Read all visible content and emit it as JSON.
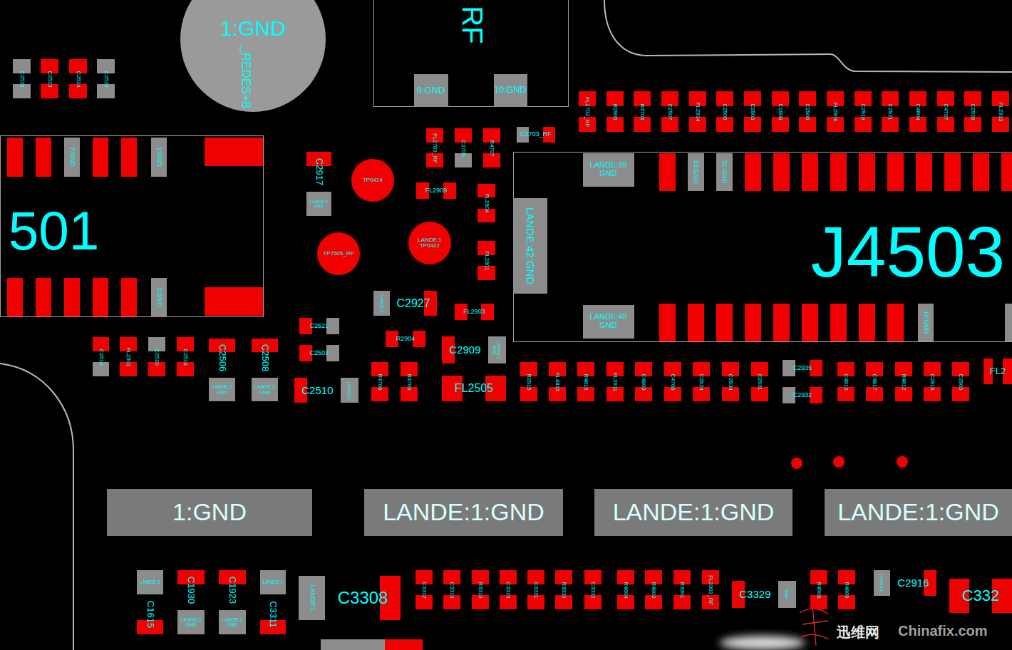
{
  "diagram": {
    "nodes": [
      {
        "text": [
          "1:GND",
          "_REDES+8"
        ]
      },
      {
        "text": [
          "RF"
        ]
      },
      {
        "text": [
          "9:GND"
        ],
        "in": 1
      },
      {
        "text": [
          "10:GND"
        ],
        "in": 1
      },
      {
        "text": [
          "C2528"
        ]
      },
      {
        "text": [
          "C2523"
        ]
      },
      {
        "text": [
          "C2524"
        ]
      },
      {
        "text": [
          "C2529"
        ]
      },
      {
        "text": [
          "501"
        ]
      },
      {
        "text": [
          "7:GND"
        ],
        "in": 8
      },
      {
        "text": [
          "1:GND"
        ],
        "in": 8
      },
      {
        "text": [
          "2:GND"
        ],
        "in": 8
      },
      {
        "text": [
          "C2917",
          "LANDE:2",
          "GND"
        ]
      },
      {
        "text": [
          "TP0414"
        ]
      },
      {
        "text": [
          "TP7505_RF"
        ]
      },
      {
        "text": [
          "LANDE:1",
          "TP0422"
        ]
      },
      {
        "text": [
          "FL2703_RF"
        ]
      },
      {
        "text": [
          "C2705"
        ]
      },
      {
        "text": [
          "R4707"
        ]
      },
      {
        "text": [
          "C2703_RF"
        ]
      },
      {
        "text": [
          "FL2909"
        ]
      },
      {
        "text": [
          "FL2904"
        ]
      },
      {
        "text": [
          "FL2901"
        ]
      },
      {
        "text": [
          "J4503"
        ]
      },
      {
        "text": [
          "LANDE:42:GND"
        ],
        "in": 23
      },
      {
        "text": [
          "LANDE:39",
          "GND"
        ],
        "in": 23
      },
      {
        "text": [
          "33:GND"
        ],
        "in": 23
      },
      {
        "text": [
          "31:GND"
        ],
        "in": 23
      },
      {
        "text": [
          "LANDE:40",
          "GND"
        ],
        "in": 23
      },
      {
        "text": [
          "18:GND"
        ],
        "in": 23
      },
      {
        "text": [
          "C2927",
          "LANDE:1"
        ]
      },
      {
        "text": [
          "FL2903"
        ]
      },
      {
        "text": [
          "C2521"
        ]
      },
      {
        "text": [
          "C2503"
        ]
      },
      {
        "text": [
          "R2904"
        ]
      },
      {
        "text": [
          "C2909",
          "LANDE:1",
          "GND"
        ]
      },
      {
        "text": [
          "C2514"
        ]
      },
      {
        "text": [
          "FL2501"
        ]
      },
      {
        "text": [
          "C2520"
        ]
      },
      {
        "text": [
          "C2516"
        ]
      },
      {
        "text": [
          "C2506",
          "LANDE:2",
          "GND"
        ]
      },
      {
        "text": [
          "C2508",
          "LANDE:2",
          "GND"
        ]
      },
      {
        "text": [
          "C2510",
          "LANDE:2"
        ]
      },
      {
        "text": [
          "R4708"
        ]
      },
      {
        "text": [
          "R4706"
        ]
      },
      {
        "text": [
          "FL2505"
        ]
      },
      {
        "text": [
          "FL2702_RF"
        ]
      },
      {
        "text": [
          "R2905"
        ]
      },
      {
        "text": [
          "R4705"
        ]
      },
      {
        "text": [
          "C2907"
        ]
      },
      {
        "text": [
          "FL2914"
        ]
      },
      {
        "text": [
          "C2905"
        ]
      },
      {
        "text": [
          "C2903"
        ]
      },
      {
        "text": [
          "C2908"
        ]
      },
      {
        "text": [
          "C2906"
        ]
      },
      {
        "text": [
          "FL2906"
        ]
      },
      {
        "text": [
          "C2918"
        ]
      },
      {
        "text": [
          "C2921"
        ]
      },
      {
        "text": [
          "C4804"
        ]
      },
      {
        "text": [
          "C4707"
        ]
      },
      {
        "text": [
          "C2928"
        ]
      },
      {
        "text": [
          "FL2913"
        ]
      },
      {
        "text": [
          "R2915"
        ]
      },
      {
        "text": [
          "FL4815"
        ]
      },
      {
        "text": [
          "R4815"
        ]
      },
      {
        "text": [
          "FL2911"
        ]
      },
      {
        "text": [
          "C4803"
        ]
      },
      {
        "text": [
          "C4708"
        ]
      },
      {
        "text": [
          "C2924"
        ]
      },
      {
        "text": [
          "C2934"
        ]
      },
      {
        "text": [
          "C2931"
        ]
      },
      {
        "text": [
          "C2935"
        ]
      },
      {
        "text": [
          "C2932"
        ]
      },
      {
        "text": [
          "C4813"
        ]
      },
      {
        "text": [
          "C4817"
        ]
      },
      {
        "text": [
          "R4812"
        ]
      },
      {
        "text": [
          "C2915"
        ]
      },
      {
        "text": [
          "C2903"
        ]
      },
      {
        "text": [
          "FL2"
        ]
      },
      {
        "text": [
          "1:GND"
        ]
      },
      {
        "text": [
          "LANDE:1:GND"
        ]
      },
      {
        "text": [
          "LANDE:1:GND"
        ]
      },
      {
        "text": [
          "LANDE:1:GND"
        ]
      },
      {
        "text": [
          "C1615",
          "LANDE:1"
        ]
      },
      {
        "text": [
          "C1930",
          "LANDE:2",
          "GND"
        ]
      },
      {
        "text": [
          "C1923",
          "LANDE:2",
          "GND"
        ]
      },
      {
        "text": [
          "C3311",
          "LANDE:1"
        ]
      },
      {
        "text": [
          "C3308",
          "LANDE:1"
        ]
      },
      {
        "text": [
          "C3312"
        ]
      },
      {
        "text": [
          "C3313"
        ]
      },
      {
        "text": [
          "R3313"
        ]
      },
      {
        "text": [
          "C3323"
        ]
      },
      {
        "text": [
          "C3331"
        ]
      },
      {
        "text": [
          "R3332"
        ]
      },
      {
        "text": [
          "C3332"
        ]
      },
      {
        "text": [
          "R4604"
        ]
      },
      {
        "text": [
          "R4803"
        ]
      },
      {
        "text": [
          "R3301"
        ]
      },
      {
        "text": [
          "FL3302_RF"
        ]
      },
      {
        "text": [
          "C3329",
          "GND"
        ]
      },
      {
        "text": [
          "R4908"
        ]
      },
      {
        "text": [
          "R4809"
        ]
      },
      {
        "text": [
          "C2916",
          "LANDE:1"
        ]
      },
      {
        "text": [
          "C332"
        ]
      }
    ],
    "labels": [
      "迅维网",
      "Chinafix.com"
    ]
  }
}
